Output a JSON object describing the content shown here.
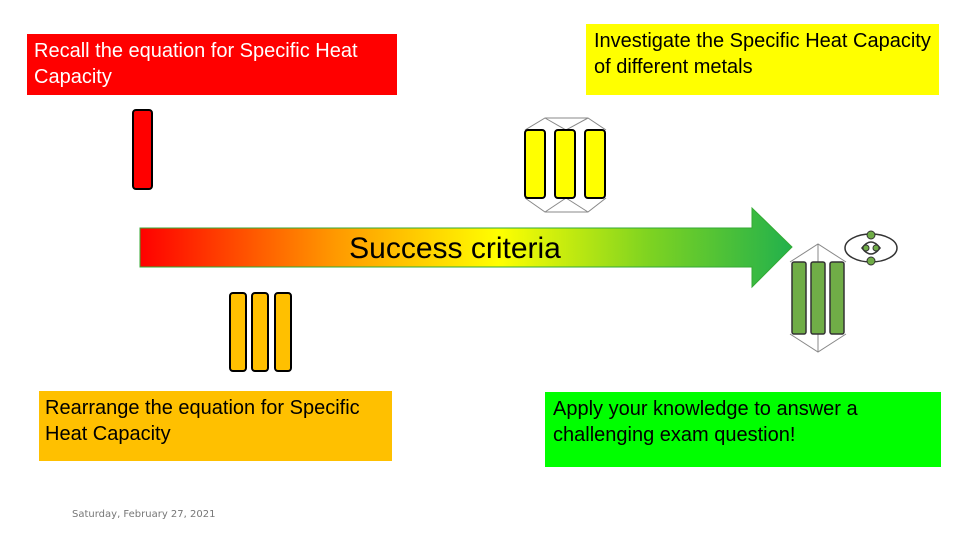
{
  "boxes": {
    "recall": {
      "text": "Recall the equation for Specific Heat Capacity",
      "color": "#ff0000"
    },
    "investigate": {
      "text": "Investigate the Specific Heat Capacity of different metals",
      "color": "#ffff00"
    },
    "rearrange": {
      "text": "Rearrange the equation for Specific Heat Capacity",
      "color": "#ffc000"
    },
    "apply": {
      "text": "Apply your knowledge to answer a challenging exam question!",
      "color": "#00ff00"
    }
  },
  "arrow": {
    "label": "Success criteria",
    "gradient": [
      "#ff0000",
      "#ffc000",
      "#ffff00",
      "#92d050",
      "#00b050"
    ]
  },
  "footer": {
    "date": "Saturday, February 27, 2021"
  },
  "icons": [
    "single-bar-icon",
    "three-bar-icon",
    "tripod-icon",
    "neuron-icon"
  ]
}
